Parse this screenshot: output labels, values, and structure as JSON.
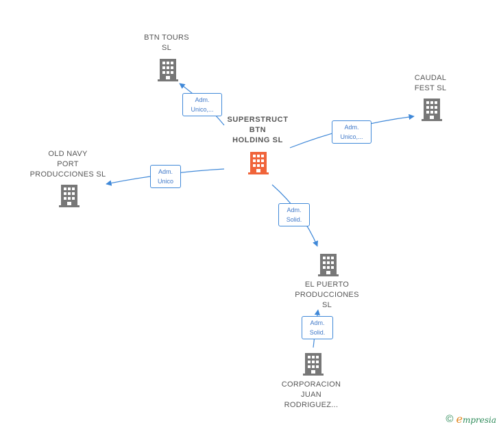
{
  "colors": {
    "edge": "#3f88d8",
    "node": "#777777",
    "center_node": "#f0643a",
    "brand": "#2c8a58"
  },
  "nodes": {
    "center": {
      "label": "SUPERSTRUCT\nBTN\nHOLDING  SL",
      "icon": "building-icon"
    },
    "btn_tours": {
      "label": "BTN TOURS\nSL",
      "icon": "building-icon"
    },
    "caudal": {
      "label": "CAUDAL\nFEST  SL",
      "icon": "building-icon"
    },
    "old_navy": {
      "label": "OLD NAVY\nPORT\nPRODUCCIONES SL",
      "icon": "building-icon"
    },
    "el_puerto": {
      "label": "EL PUERTO\nPRODUCCIONES\nSL",
      "icon": "building-icon"
    },
    "corporacion": {
      "label": "CORPORACION\nJUAN\nRODRIGUEZ...",
      "icon": "building-icon"
    }
  },
  "edges": {
    "btn_tours": "Adm.\nUnico,...",
    "caudal": "Adm.\nUnico,...",
    "old_navy": "Adm.\nUnico",
    "el_puerto": "Adm.\nSolid.",
    "corporacion": "Adm.\nSolid."
  },
  "footer": {
    "copyright_symbol": "©",
    "brand_initial": "e",
    "brand_rest": "mpresia"
  }
}
